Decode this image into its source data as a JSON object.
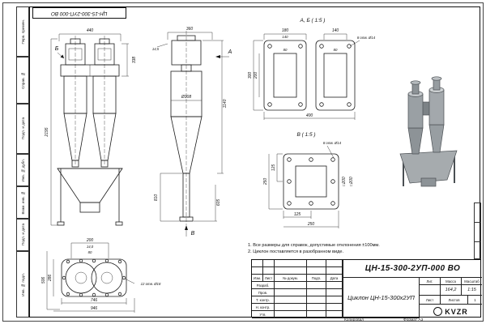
{
  "sheet": {
    "doc_number": "ЦН-15-300-2УП-000 ВО"
  },
  "margin_labels": [
    "Перв. примен.",
    "Справ. №",
    "Подп. и дата",
    "Инв. № дубл.",
    "Взам. инв. №",
    "Подп. и дата",
    "Инв. № подл."
  ],
  "views": {
    "front": {
      "label_b": "Б",
      "dim_top": "440",
      "dim_right": "338",
      "dim_left": "2195"
    },
    "side": {
      "label_a": "А",
      "label_v": "В",
      "dim_top": "360",
      "dim_thk": "14,5",
      "dim_h1": "1140",
      "dim_dia": "Ø308",
      "dim_h2": "810",
      "dim_h3": "605"
    },
    "ab": {
      "title": "А, Б ( 1:5 )",
      "dim_w1": "180",
      "dim_w2": "140",
      "dim_w3": "80",
      "dim_w4": "140",
      "dim_w5": "80",
      "holes": "8 отв. Ø14",
      "dim_h1": "300",
      "dim_h2": "200",
      "dim_b": "400"
    },
    "v": {
      "title": "В ( 1:5 )",
      "holes": "8 отв. Ø14",
      "dim_l1": "125",
      "dim_l2": "250",
      "dim_b1": "125",
      "dim_b2": "250",
      "sq1": "□200",
      "sq2": "□200"
    },
    "bottom": {
      "dim_t1": "200",
      "dim_t2": "14,0",
      "dim_t3": "80",
      "dim_l1": "506",
      "dim_l2": "286",
      "dim_b1": "746",
      "dim_b2": "946",
      "holes": "12 отв. Ø18"
    }
  },
  "notes": {
    "line1": "1. Все размеры для справок, допустимые отклонения ±100мм.",
    "line2": "2. Циклон поставляется в разобранном виде."
  },
  "title_block": {
    "doc_number": "ЦН-15-300-2УП-000 ВО",
    "product_name": "Циклон ЦН-15-300х2УП",
    "col_izm": "Изм.",
    "col_list": "Лист",
    "col_dokum": "№ докум.",
    "col_podp": "Подп.",
    "col_data": "Дата",
    "row_razrab": "Разраб.",
    "row_prov": "Пров.",
    "row_tkontr": "Т. контр.",
    "row_nkontr": "Н. контр.",
    "row_utv": "Утв.",
    "lit": "Лит.",
    "mass": "Масса",
    "scale": "Масштаб",
    "mass_value": "164,2",
    "scale_value": "1:15",
    "sheet": "Лист",
    "sheets": "Листов",
    "sheets_value": "1",
    "logo": "KVZR"
  },
  "footer": {
    "copied": "Копировал",
    "format": "Формат А3"
  }
}
